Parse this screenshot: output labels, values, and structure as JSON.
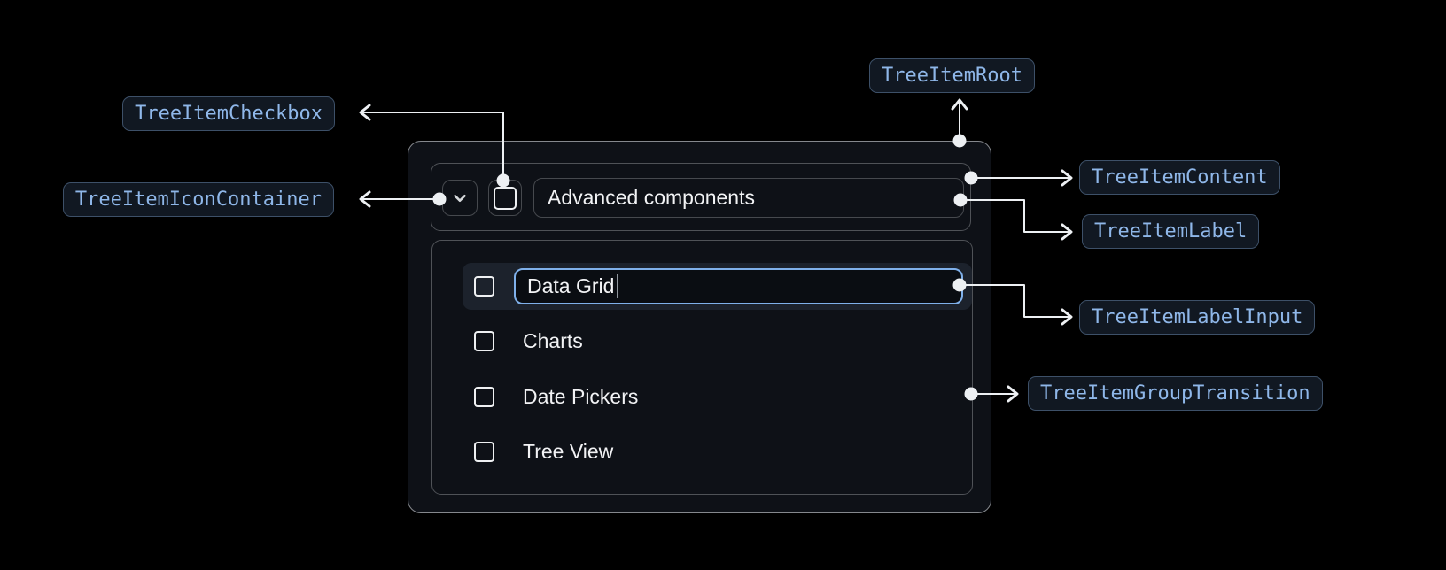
{
  "diagram": {
    "labels": {
      "checkbox": "TreeItemCheckbox",
      "icon_container": "TreeItemIconContainer",
      "root": "TreeItemRoot",
      "content": "TreeItemContent",
      "label": "TreeItemLabel",
      "label_input": "TreeItemLabelInput",
      "group_transition": "TreeItemGroupTransition"
    }
  },
  "tree_item": {
    "parent": {
      "label": "Advanced components",
      "state": "expanded",
      "icon": "chevron-down-icon",
      "checkbox_checked": false
    },
    "editing": {
      "value": "Data Grid",
      "cursor_visible": true,
      "checkbox_checked": false
    },
    "children": [
      "Charts",
      "Date Pickers",
      "Tree View"
    ]
  },
  "colors": {
    "page_bg": "#000000",
    "badge_bg": "#111822",
    "badge_border": "#3d5068",
    "badge_text": "#8fb7e9",
    "root_bg": "#0e1117",
    "root_border": "#85888d",
    "inner_border": "#4f5257",
    "row_highlight_bg": "#1c222c",
    "input_border": "#7fb0ea",
    "connector": "#edf0f3",
    "text": "#f2f3f5"
  }
}
